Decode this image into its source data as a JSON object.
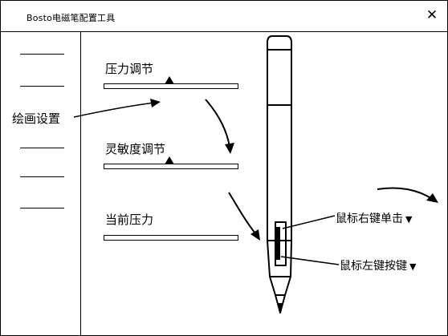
{
  "window": {
    "title": "Bosto电磁笔配置工具",
    "close_symbol": "✕"
  },
  "sidebar": {
    "label": "绘画设置",
    "item_count": 6
  },
  "pressure": {
    "label": "压力调节",
    "level": 0.49
  },
  "sensitivity": {
    "label": "灵敏度调节",
    "level": 0.49
  },
  "current_pressure": {
    "label": "当前压力",
    "level": 0
  },
  "pen": {
    "upper_button": {
      "label": "鼠标右键单击",
      "dropdown": "▼"
    },
    "lower_button": {
      "label": "鼠标左键按键",
      "dropdown": "▼"
    }
  },
  "colors": {
    "line": "#000000",
    "background": "#ffffff"
  },
  "icons": [
    "close-icon",
    "curved-arrow-icon",
    "pen-illustration",
    "dropdown-triangle-icon"
  ]
}
